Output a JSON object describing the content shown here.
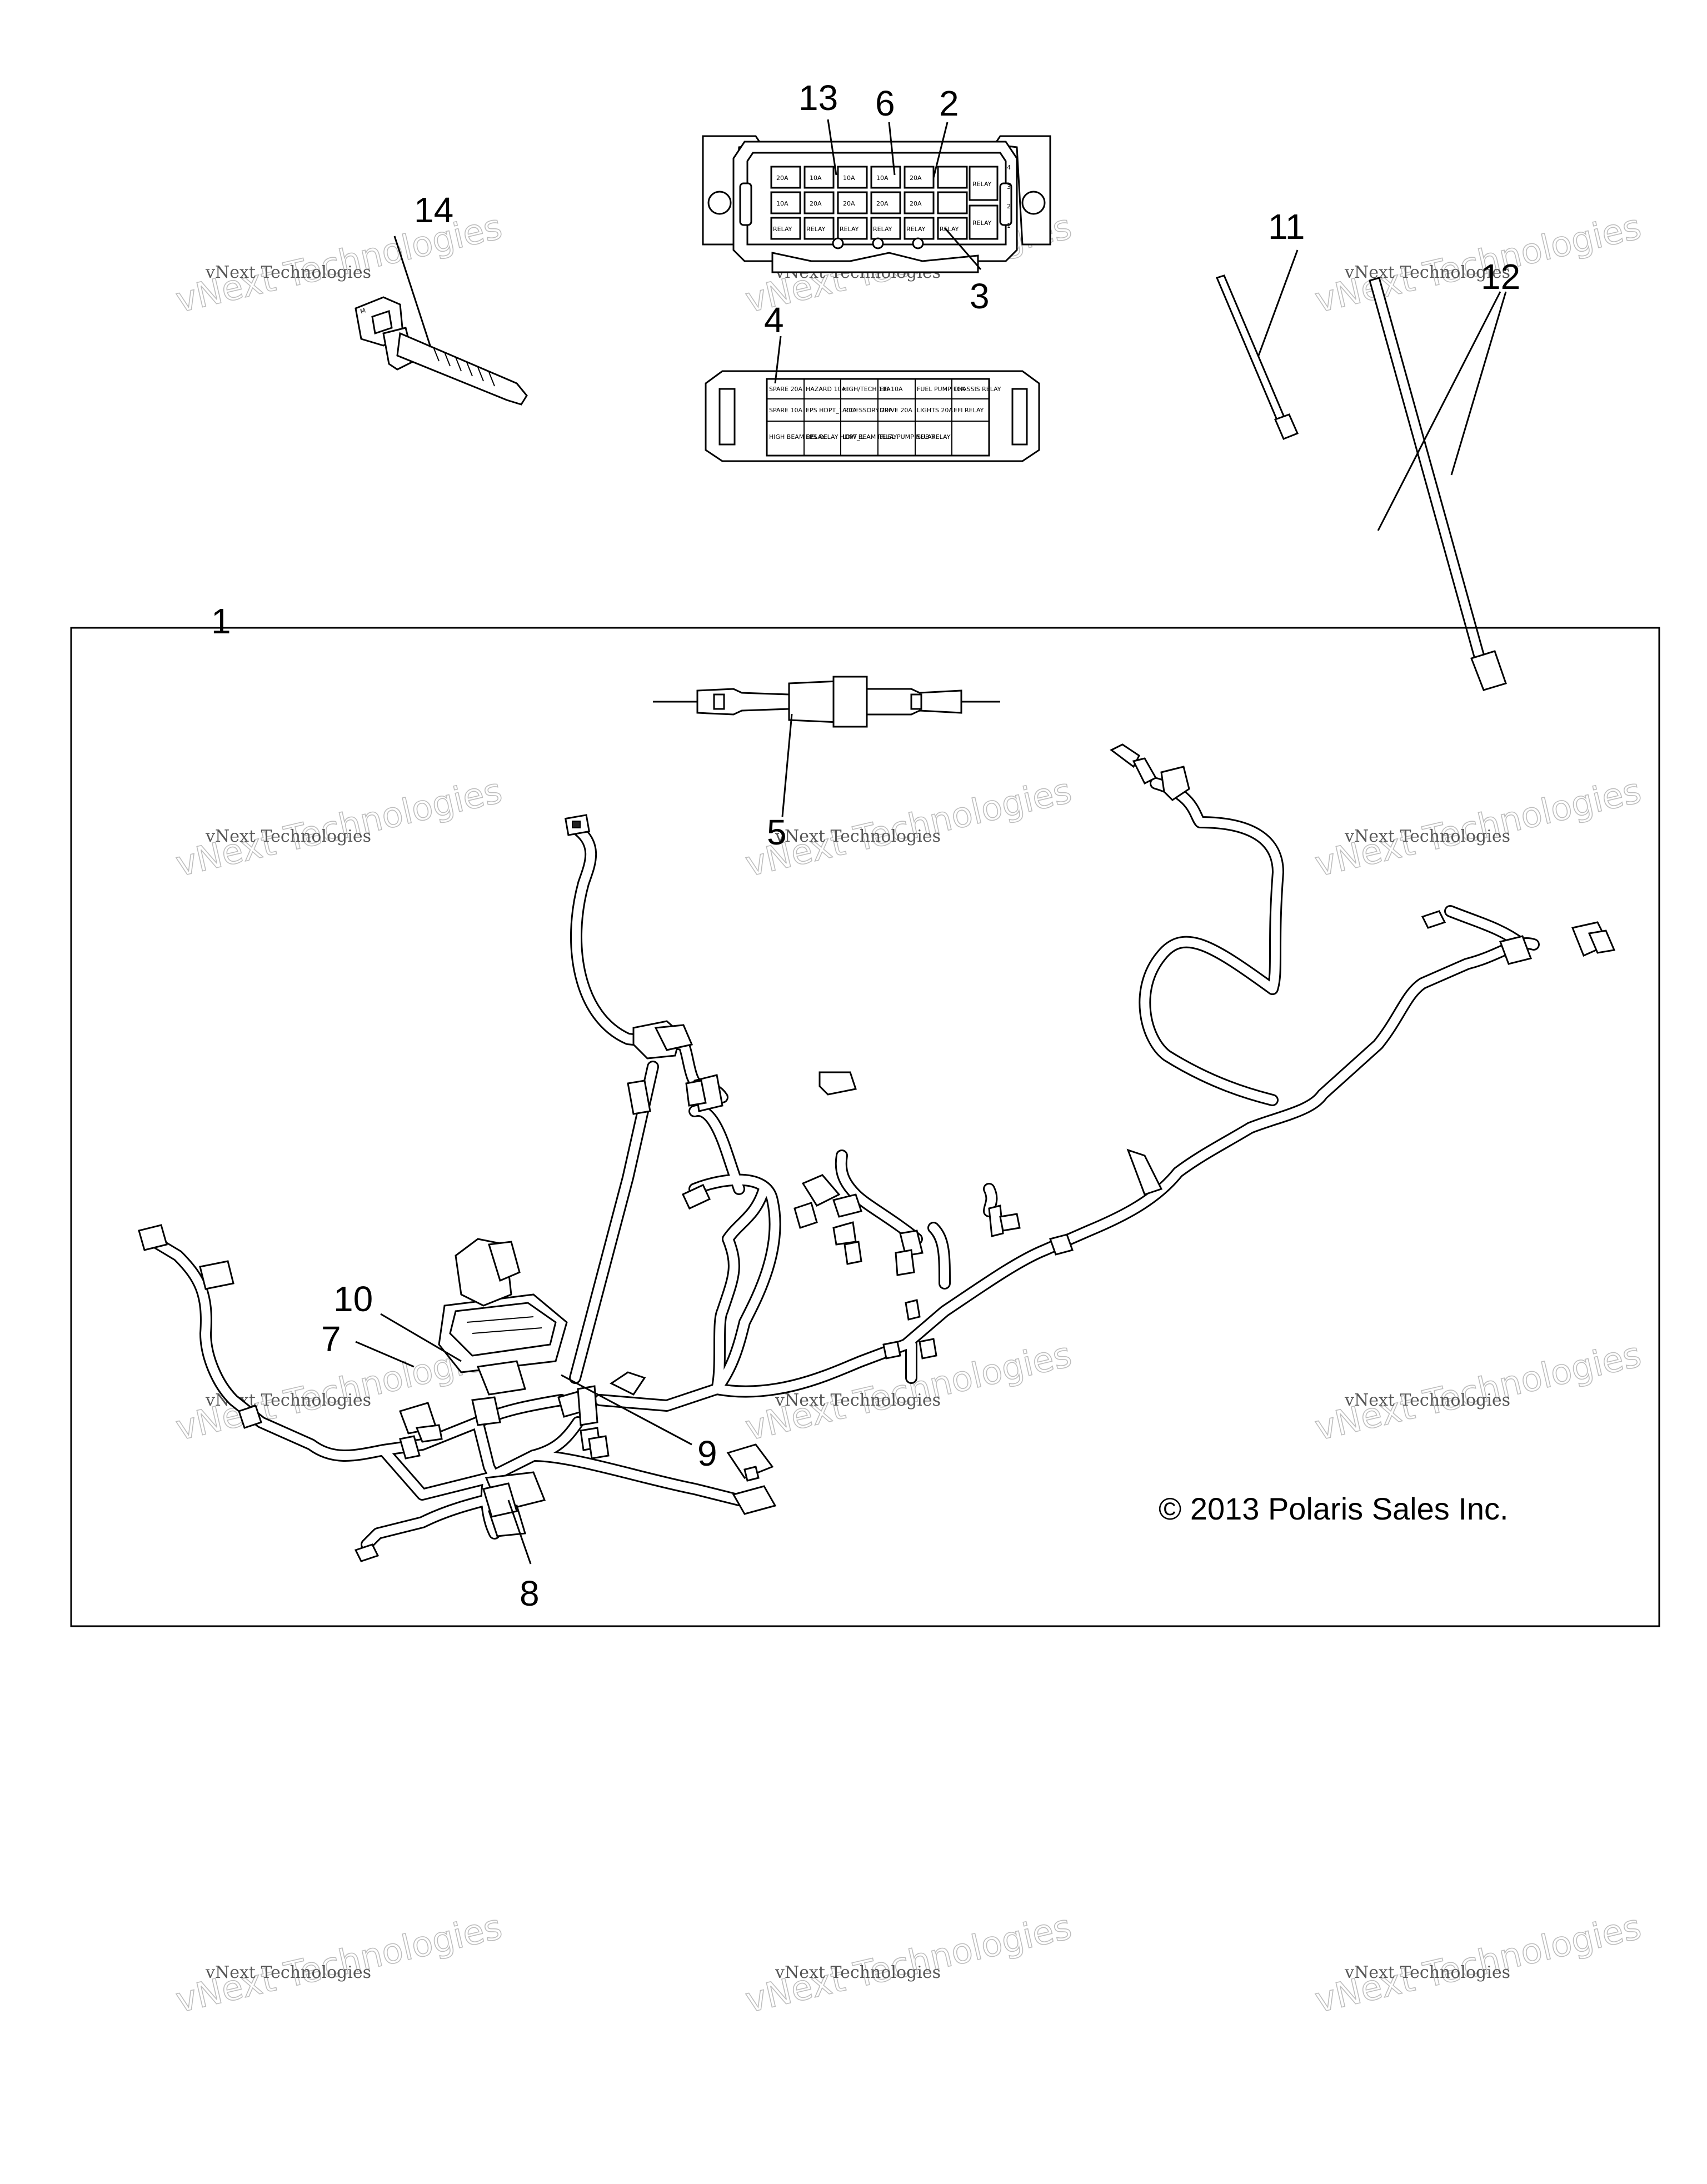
{
  "callouts": {
    "c1": "1",
    "c2": "2",
    "c3": "3",
    "c4": "4",
    "c5": "5",
    "c6": "6",
    "c7": "7",
    "c8": "8",
    "c9": "9",
    "c10": "10",
    "c11": "11",
    "c12": "12",
    "c13": "13",
    "c14": "14"
  },
  "copyright": "© 2013 Polaris Sales Inc.",
  "watermark": {
    "line1": "vNext Technologies",
    "line2": "vNext Technologies"
  },
  "fuse_cover": {
    "row1": [
      "SPARE 20A",
      "HAZARD 10A",
      "HIGH/TECH 10A",
      "EFI 10A",
      "FUEL PUMP 10A",
      "CHASSIS RELAY"
    ],
    "row2": [
      "SPARE 10A",
      "EPS HDPT_1 20A",
      "ACCESSORY 20A",
      "DRIVE 20A",
      "LIGHTS 20A",
      "EFI RELAY"
    ],
    "row3": [
      "HIGH BEAM RELAY",
      "EPS RELAY HDPT_1",
      "LOW BEAM RELAY",
      "FUEL PUMP RELAY",
      "SUB RELAY",
      ""
    ]
  },
  "fuse_box": {
    "row1": [
      "20A",
      "10A",
      "10A",
      "10A",
      "20A",
      "RELAY"
    ],
    "row2": [
      "10A",
      "20A",
      "20A",
      "20A",
      "20A",
      "RELAY"
    ],
    "row3": [
      "RELAY",
      "RELAY",
      "RELAY",
      "RELAY",
      "RELAY",
      "RELAY"
    ],
    "side": [
      "4",
      "3",
      "2",
      "1"
    ]
  },
  "icons": {
    "harness": "wiring-harness-icon",
    "fuse_box": "fuse-box-icon",
    "fuse_cover": "fuse-cover-icon",
    "cable_tie": "cable-tie-icon",
    "clip_tie": "clip-tie-icon",
    "inline_fuse": "inline-fuse-holder-icon"
  }
}
